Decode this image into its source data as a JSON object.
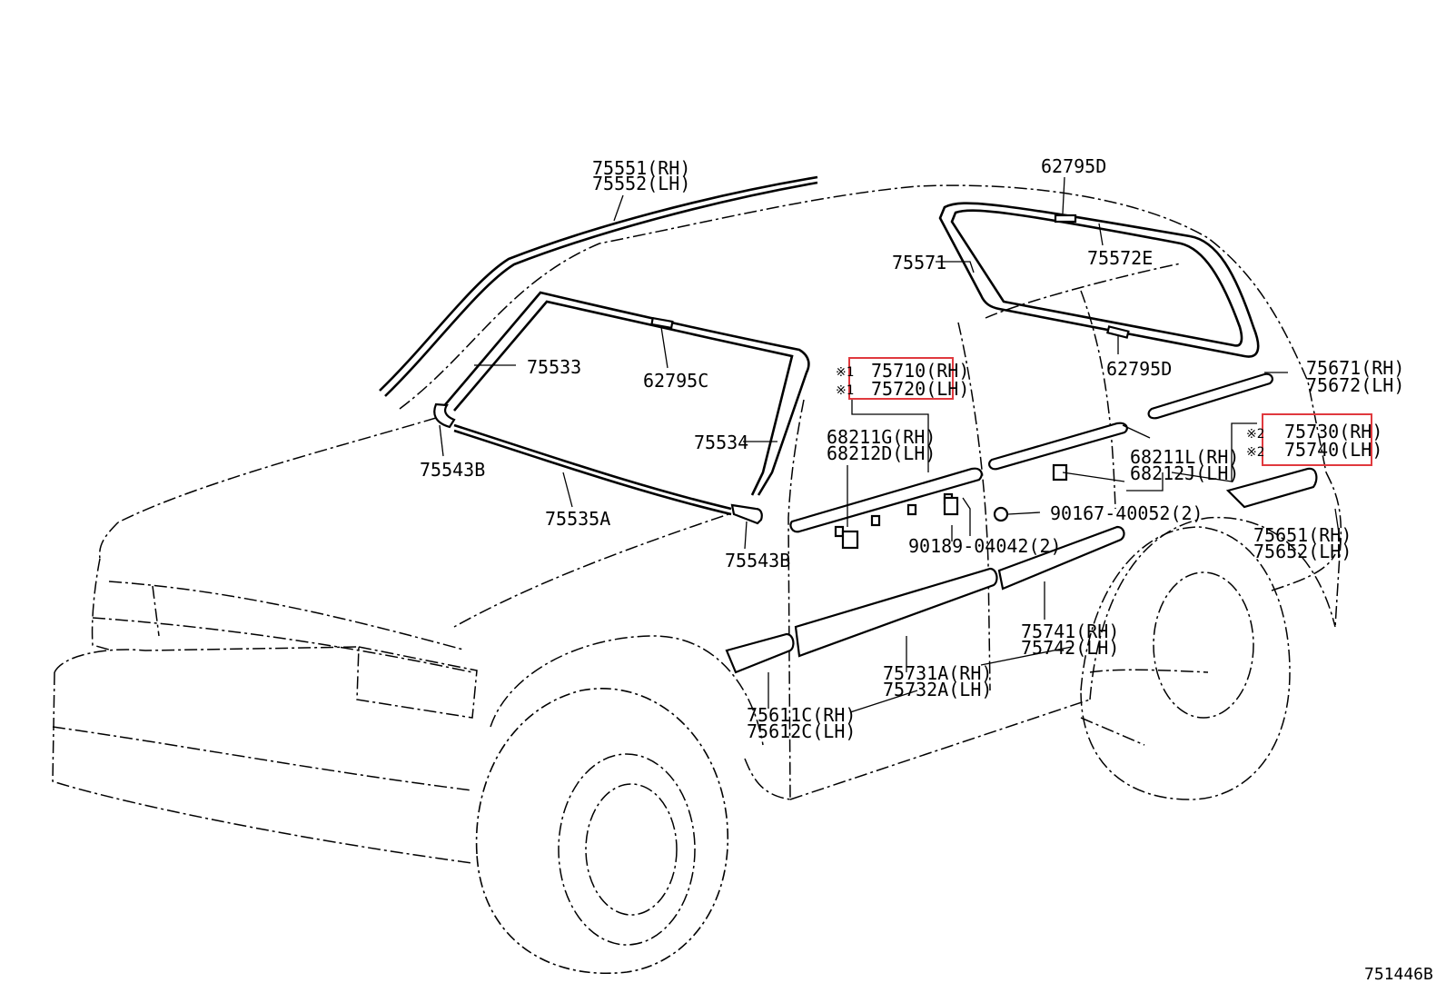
{
  "diagram": {
    "drawing_code": "751446B",
    "highlight_color": "#e0393e",
    "callouts": {
      "roof_rh": "75551(RH)",
      "roof_lh": "75552(LH)",
      "ws_top_clip": "62795D",
      "rear_glass": "75571",
      "rear_upper": "75572E",
      "ws_upper": "75533",
      "ws_clip": "62795C",
      "rear_clip": "62795D",
      "ws_side": "75534",
      "corner_left": "75543B",
      "ws_lower": "75535A",
      "corner_right": "75543B",
      "front_belt_rh": "75710(RH)",
      "front_belt_lh": "75720(LH)",
      "front_belt_mark": "※1",
      "front_belt_mark2": "※1",
      "front_clip_rh": "68211G(RH)",
      "front_clip_lh": "68212D(LH)",
      "rear_clip_rh": "68211L(RH)",
      "rear_clip_lh": "68212J(LH)",
      "screw_a": "90167-40052(2)",
      "screw_b": "90189-04042(2)",
      "rear_belt_rh": "75730(RH)",
      "rear_belt_lh": "75740(LH)",
      "rear_belt_mark": "※2",
      "rear_belt_mark2": "※2",
      "quarter_rh": "75671(RH)",
      "quarter_lh": "75672(LH)",
      "wheel_arch_rh": "75651(RH)",
      "wheel_arch_lh": "75652(LH)",
      "rear_door_side_rh": "75741(RH)",
      "rear_door_side_lh": "75742(LH)",
      "front_door_side_rh": "75731A(RH)",
      "front_door_side_lh": "75732A(LH)",
      "fender_side_rh": "75611C(RH)",
      "fender_side_lh": "75612C(LH)"
    }
  }
}
